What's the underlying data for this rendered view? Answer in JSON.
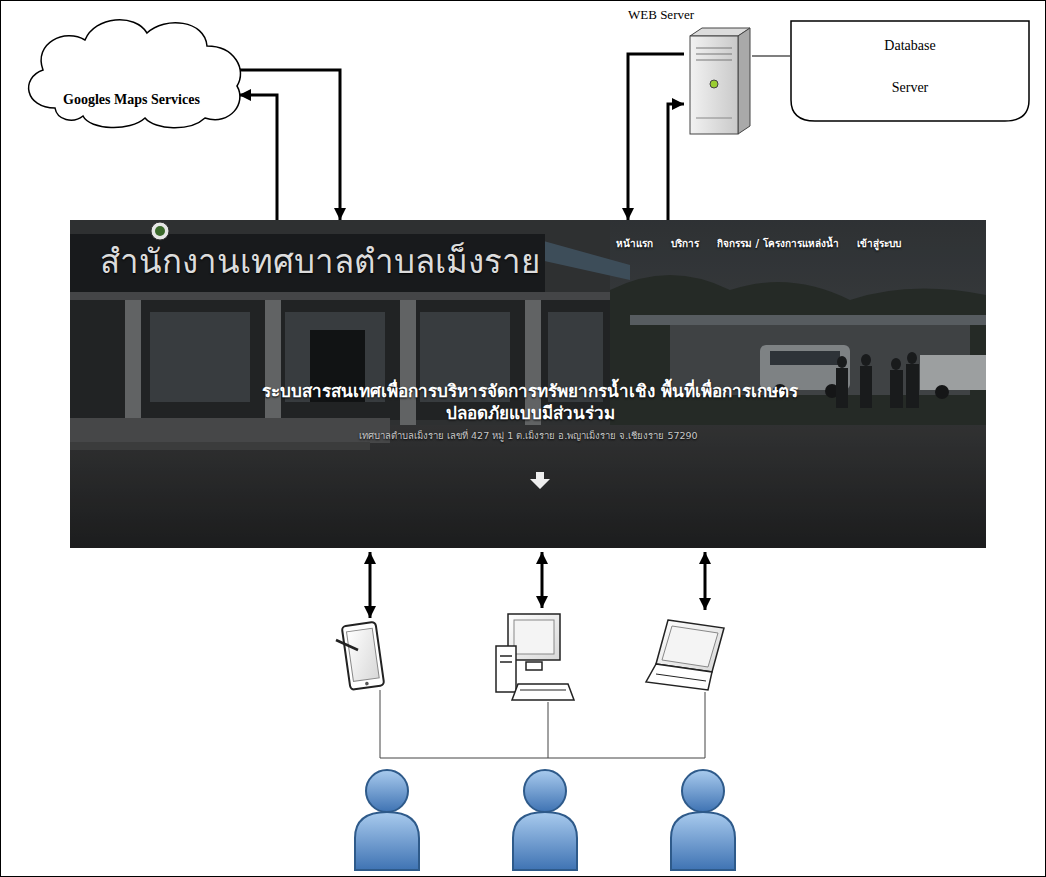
{
  "diagram": {
    "nodes": [
      {
        "text": [
          "Googles Maps Services"
        ]
      },
      {
        "text": [
          "WEB Server"
        ]
      },
      {
        "text": [
          "Database Server"
        ]
      },
      {
        "text": [
          "สำนักงานเทศบาลตำบลเม็งราย",
          "หน้าแรก",
          "บริการ",
          "กิจกรรม / โครงการแหล่งน้ำ",
          "เข้าสู่ระบบ",
          "ระบบสารสนเทศเพื่อการบริหารจัดการทรัพยากรน้ำเชิง พื้นที่เพื่อการเกษตรปลอดภัยแบบมีส่วนร่วม",
          "เทศบาลตำบลเม็งราย เลขที่ 427 หมู่ 1 ต.เม็งราย อ.พญาเม็งราย จ.เชียงราย 57290"
        ]
      }
    ],
    "edges": [
      {
        "from": 3,
        "to": 0,
        "arrow": "to"
      },
      {
        "from": 0,
        "to": 3,
        "arrow": "to"
      },
      {
        "from": 1,
        "to": 3,
        "arrow": "to"
      },
      {
        "from": 3,
        "to": 1,
        "arrow": "to"
      },
      {
        "from": 1,
        "to": 2,
        "arrow": "none"
      }
    ]
  }
}
